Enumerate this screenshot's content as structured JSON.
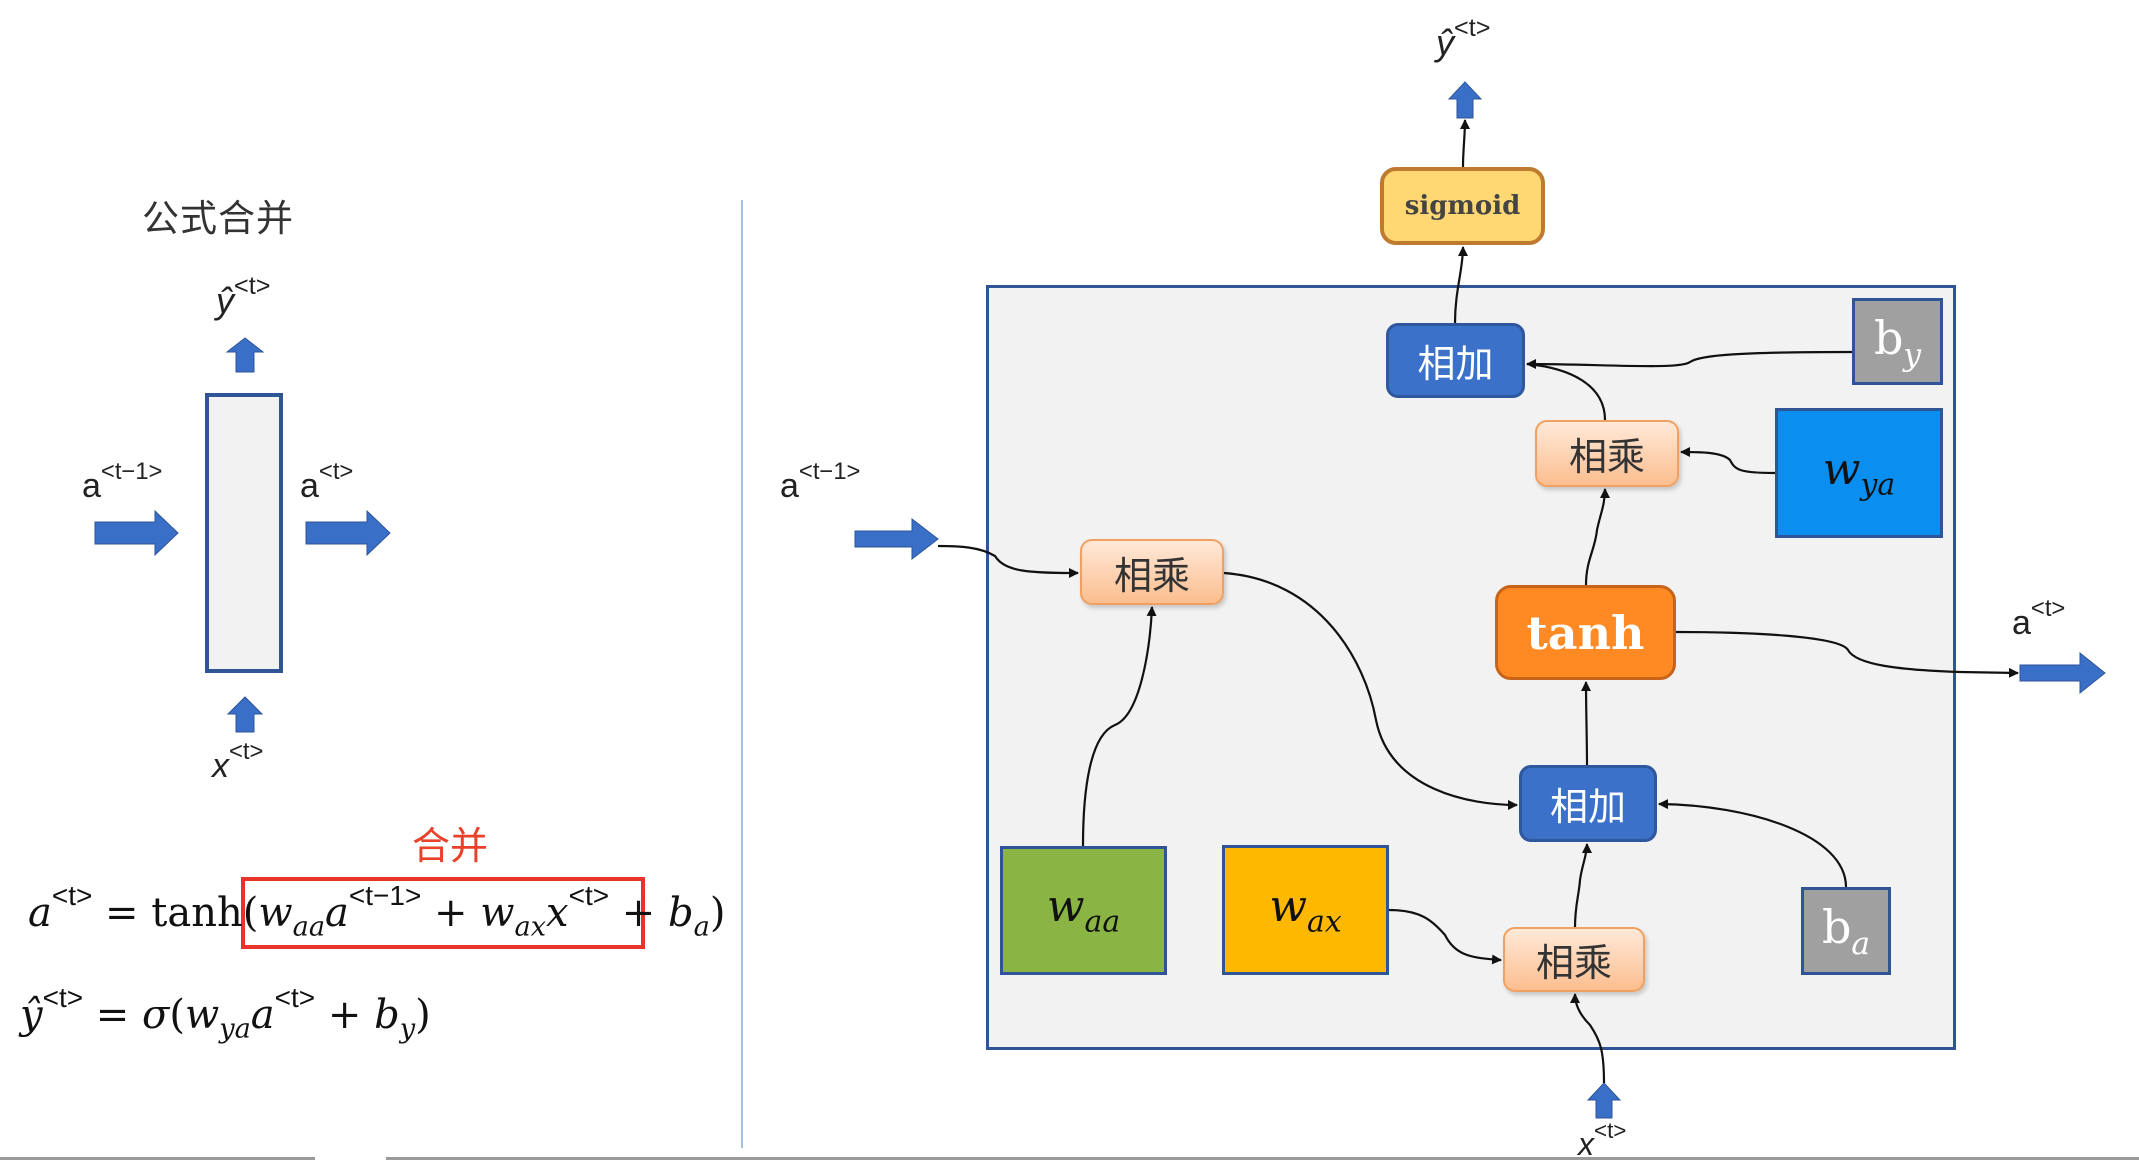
{
  "left_panel": {
    "title": "公式合并",
    "cell": {
      "input_prev_label": "a",
      "input_prev_sup": "<t−1>",
      "output_state_label": "a",
      "output_state_sup": "<t>",
      "output_pred_label": "ŷ",
      "output_pred_sup": "<t>",
      "input_x_label": "x",
      "input_x_sup": "<t>"
    },
    "merge_annotation": "合并",
    "equation1": {
      "lhs": "a",
      "lhs_sup": "<t>",
      "eq": " = ",
      "fn": "tanh",
      "open": "(",
      "t1_w": "w",
      "t1_sub": "aa",
      "t1_var": "a",
      "t1_sup": "<t−1>",
      "plus1": " + ",
      "t2_w": "w",
      "t2_sub": "ax",
      "t2_var": "x",
      "t2_sup": "<t>",
      "plus2": " + ",
      "bias": "b",
      "bias_sub": "a",
      "close": ")"
    },
    "equation2": {
      "lhs": "ŷ",
      "lhs_sup": "<t>",
      "eq": " = ",
      "fn": "σ",
      "open": "(",
      "w": "w",
      "w_sub": "ya",
      "var": "a",
      "var_sup": "<t>",
      "plus": " + ",
      "bias": "b",
      "bias_sub": "y",
      "close": ")"
    }
  },
  "right_panel": {
    "output_pred_label": "ŷ",
    "output_pred_sup": "<t>",
    "input_prev_label": "a",
    "input_prev_sup": "<t−1>",
    "output_state_label": "a",
    "output_state_sup": "<t>",
    "input_x_label": "x",
    "input_x_sup": "<t>",
    "nodes": {
      "sigmoid": "sigmoid",
      "tanh": "tanh",
      "add_top": "相加",
      "add_bottom": "相加",
      "mul_top": "相乘",
      "mul_left": "相乘",
      "mul_bottom": "相乘"
    },
    "params": {
      "w_ya": {
        "base": "w",
        "sub": "ya",
        "color": "#0A8EF0"
      },
      "w_aa": {
        "base": "w",
        "sub": "aa",
        "color": "#8AB443"
      },
      "w_ax": {
        "base": "w",
        "sub": "ax",
        "color": "#FFB800"
      },
      "b_y": {
        "base": "b",
        "sub": "y",
        "color": "#A0A0A0"
      },
      "b_a": {
        "base": "b",
        "sub": "a",
        "color": "#A0A0A0"
      }
    }
  },
  "colors": {
    "arrow_blue": "#3A6FC8",
    "frame_border": "#2F5597",
    "highlight_red": "#E8332A"
  }
}
